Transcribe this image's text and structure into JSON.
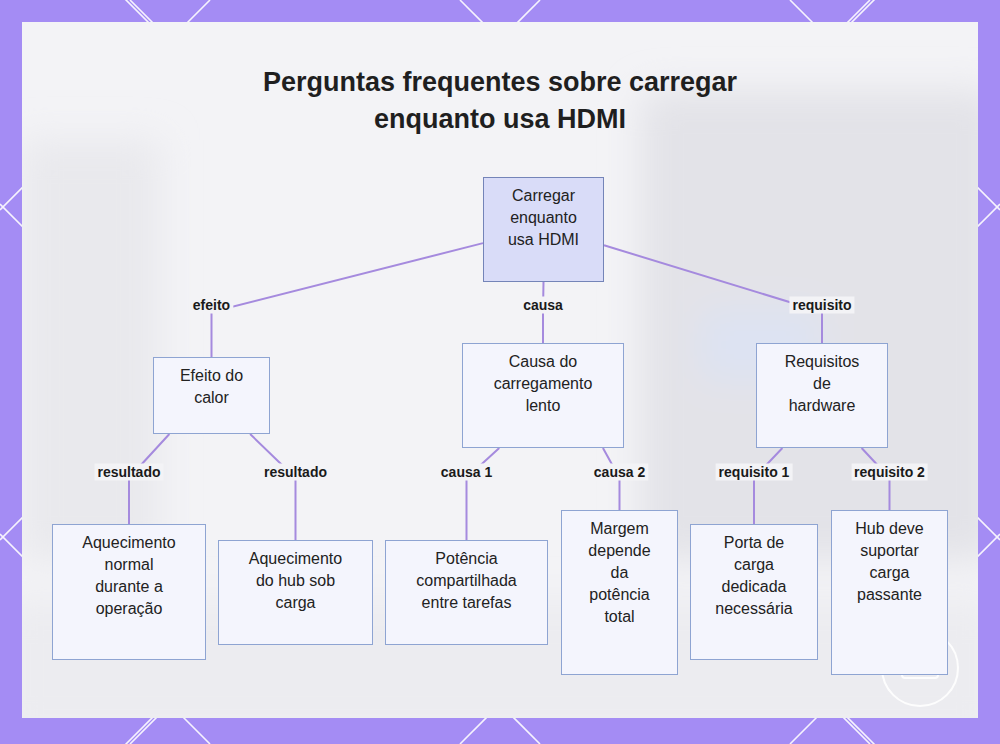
{
  "diagram": {
    "title": "Perguntas frequentes sobre carregar enquanto usa HDMI",
    "nodes": [
      {
        "text": [
          "Carregar enquanto usa HDMI"
        ]
      },
      {
        "text": [
          "Efeito do calor"
        ]
      },
      {
        "text": [
          "Causa do carregamento lento"
        ]
      },
      {
        "text": [
          "Requisitos de hardware"
        ]
      },
      {
        "text": [
          "Aquecimento normal durante a operação"
        ]
      },
      {
        "text": [
          "Aquecimento do hub sob carga"
        ]
      },
      {
        "text": [
          "Potência compartilhada entre tarefas"
        ]
      },
      {
        "text": [
          "Margem depende da potência total"
        ]
      },
      {
        "text": [
          "Porta de carga dedicada necessária"
        ]
      },
      {
        "text": [
          "Hub deve suportar carga passante"
        ]
      }
    ],
    "edges": [
      {
        "from": 0,
        "to": 1,
        "arrow": "none",
        "label": "efeito"
      },
      {
        "from": 0,
        "to": 2,
        "arrow": "none",
        "label": "causa"
      },
      {
        "from": 0,
        "to": 3,
        "arrow": "none",
        "label": "requisito"
      },
      {
        "from": 1,
        "to": 4,
        "arrow": "none",
        "label": "resultado"
      },
      {
        "from": 1,
        "to": 5,
        "arrow": "none",
        "label": "resultado"
      },
      {
        "from": 2,
        "to": 6,
        "arrow": "none",
        "label": "causa 1"
      },
      {
        "from": 2,
        "to": 7,
        "arrow": "none",
        "label": "causa 2"
      },
      {
        "from": 3,
        "to": 8,
        "arrow": "none",
        "label": "requisito 1"
      },
      {
        "from": 3,
        "to": 9,
        "arrow": "none",
        "label": "requisito 2"
      }
    ]
  }
}
